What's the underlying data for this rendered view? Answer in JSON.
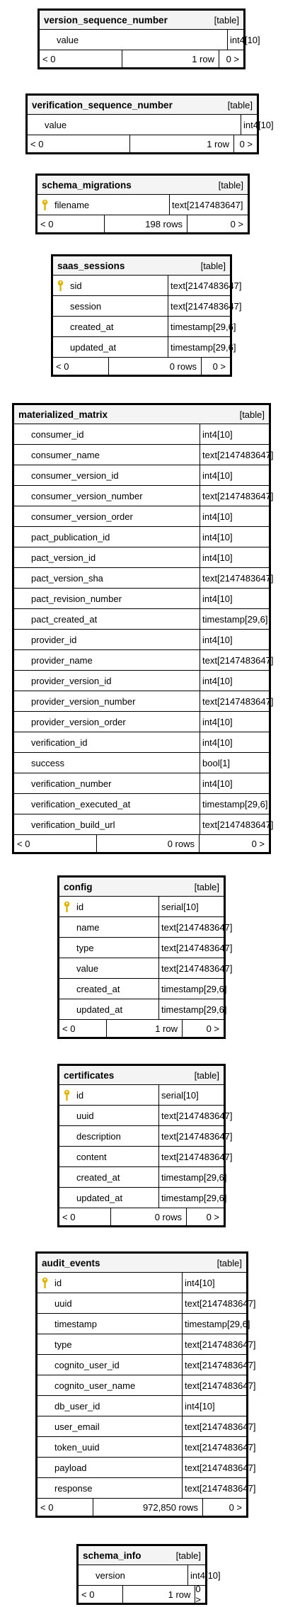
{
  "diagram": {
    "tables": [
      {
        "name": "version_sequence_number",
        "kind": "[table]",
        "columns": [
          {
            "name": "value",
            "type": "int4[10]",
            "pk": false
          }
        ],
        "footer": {
          "prev": "< 0",
          "rows": "1 row",
          "next": "0 >"
        }
      },
      {
        "name": "verification_sequence_number",
        "kind": "[table]",
        "columns": [
          {
            "name": "value",
            "type": "int4[10]",
            "pk": false
          }
        ],
        "footer": {
          "prev": "< 0",
          "rows": "1 row",
          "next": "0 >"
        }
      },
      {
        "name": "schema_migrations",
        "kind": "[table]",
        "columns": [
          {
            "name": "filename",
            "type": "text[2147483647]",
            "pk": true
          }
        ],
        "footer": {
          "prev": "< 0",
          "rows": "198 rows",
          "next": "0 >"
        }
      },
      {
        "name": "saas_sessions",
        "kind": "[table]",
        "columns": [
          {
            "name": "sid",
            "type": "text[2147483647]",
            "pk": true
          },
          {
            "name": "session",
            "type": "text[2147483647]",
            "pk": false
          },
          {
            "name": "created_at",
            "type": "timestamp[29,6]",
            "pk": false
          },
          {
            "name": "updated_at",
            "type": "timestamp[29,6]",
            "pk": false
          }
        ],
        "footer": {
          "prev": "< 0",
          "rows": "0 rows",
          "next": "0 >"
        }
      },
      {
        "name": "materialized_matrix",
        "kind": "[table]",
        "columns": [
          {
            "name": "consumer_id",
            "type": "int4[10]",
            "pk": false
          },
          {
            "name": "consumer_name",
            "type": "text[2147483647]",
            "pk": false
          },
          {
            "name": "consumer_version_id",
            "type": "int4[10]",
            "pk": false
          },
          {
            "name": "consumer_version_number",
            "type": "text[2147483647]",
            "pk": false
          },
          {
            "name": "consumer_version_order",
            "type": "int4[10]",
            "pk": false
          },
          {
            "name": "pact_publication_id",
            "type": "int4[10]",
            "pk": false
          },
          {
            "name": "pact_version_id",
            "type": "int4[10]",
            "pk": false
          },
          {
            "name": "pact_version_sha",
            "type": "text[2147483647]",
            "pk": false
          },
          {
            "name": "pact_revision_number",
            "type": "int4[10]",
            "pk": false
          },
          {
            "name": "pact_created_at",
            "type": "timestamp[29,6]",
            "pk": false
          },
          {
            "name": "provider_id",
            "type": "int4[10]",
            "pk": false
          },
          {
            "name": "provider_name",
            "type": "text[2147483647]",
            "pk": false
          },
          {
            "name": "provider_version_id",
            "type": "int4[10]",
            "pk": false
          },
          {
            "name": "provider_version_number",
            "type": "text[2147483647]",
            "pk": false
          },
          {
            "name": "provider_version_order",
            "type": "int4[10]",
            "pk": false
          },
          {
            "name": "verification_id",
            "type": "int4[10]",
            "pk": false
          },
          {
            "name": "success",
            "type": "bool[1]",
            "pk": false
          },
          {
            "name": "verification_number",
            "type": "int4[10]",
            "pk": false
          },
          {
            "name": "verification_executed_at",
            "type": "timestamp[29,6]",
            "pk": false
          },
          {
            "name": "verification_build_url",
            "type": "text[2147483647]",
            "pk": false
          }
        ],
        "footer": {
          "prev": "< 0",
          "rows": "0 rows",
          "next": "0 >"
        }
      },
      {
        "name": "config",
        "kind": "[table]",
        "columns": [
          {
            "name": "id",
            "type": "serial[10]",
            "pk": true
          },
          {
            "name": "name",
            "type": "text[2147483647]",
            "pk": false
          },
          {
            "name": "type",
            "type": "text[2147483647]",
            "pk": false
          },
          {
            "name": "value",
            "type": "text[2147483647]",
            "pk": false
          },
          {
            "name": "created_at",
            "type": "timestamp[29,6]",
            "pk": false
          },
          {
            "name": "updated_at",
            "type": "timestamp[29,6]",
            "pk": false
          }
        ],
        "footer": {
          "prev": "< 0",
          "rows": "1 row",
          "next": "0 >"
        }
      },
      {
        "name": "certificates",
        "kind": "[table]",
        "columns": [
          {
            "name": "id",
            "type": "serial[10]",
            "pk": true
          },
          {
            "name": "uuid",
            "type": "text[2147483647]",
            "pk": false
          },
          {
            "name": "description",
            "type": "text[2147483647]",
            "pk": false
          },
          {
            "name": "content",
            "type": "text[2147483647]",
            "pk": false
          },
          {
            "name": "created_at",
            "type": "timestamp[29,6]",
            "pk": false
          },
          {
            "name": "updated_at",
            "type": "timestamp[29,6]",
            "pk": false
          }
        ],
        "footer": {
          "prev": "< 0",
          "rows": "0 rows",
          "next": "0 >"
        }
      },
      {
        "name": "audit_events",
        "kind": "[table]",
        "columns": [
          {
            "name": "id",
            "type": "int4[10]",
            "pk": true
          },
          {
            "name": "uuid",
            "type": "text[2147483647]",
            "pk": false
          },
          {
            "name": "timestamp",
            "type": "timestamp[29,6]",
            "pk": false
          },
          {
            "name": "type",
            "type": "text[2147483647]",
            "pk": false
          },
          {
            "name": "cognito_user_id",
            "type": "text[2147483647]",
            "pk": false
          },
          {
            "name": "cognito_user_name",
            "type": "text[2147483647]",
            "pk": false
          },
          {
            "name": "db_user_id",
            "type": "int4[10]",
            "pk": false
          },
          {
            "name": "user_email",
            "type": "text[2147483647]",
            "pk": false
          },
          {
            "name": "token_uuid",
            "type": "text[2147483647]",
            "pk": false
          },
          {
            "name": "payload",
            "type": "text[2147483647]",
            "pk": false
          },
          {
            "name": "response",
            "type": "text[2147483647]",
            "pk": false
          }
        ],
        "footer": {
          "prev": "< 0",
          "rows": "972,850 rows",
          "next": "0 >"
        }
      },
      {
        "name": "schema_info",
        "kind": "[table]",
        "columns": [
          {
            "name": "version",
            "type": "int4[10]",
            "pk": false
          }
        ],
        "footer": {
          "prev": "< 0",
          "rows": "1 row",
          "next": "0 >"
        }
      }
    ]
  },
  "icons": {
    "primary_key": "key-icon"
  },
  "colors": {
    "key": "#e2b400",
    "border": "#000000",
    "header_bg": "#f4f4f4"
  }
}
